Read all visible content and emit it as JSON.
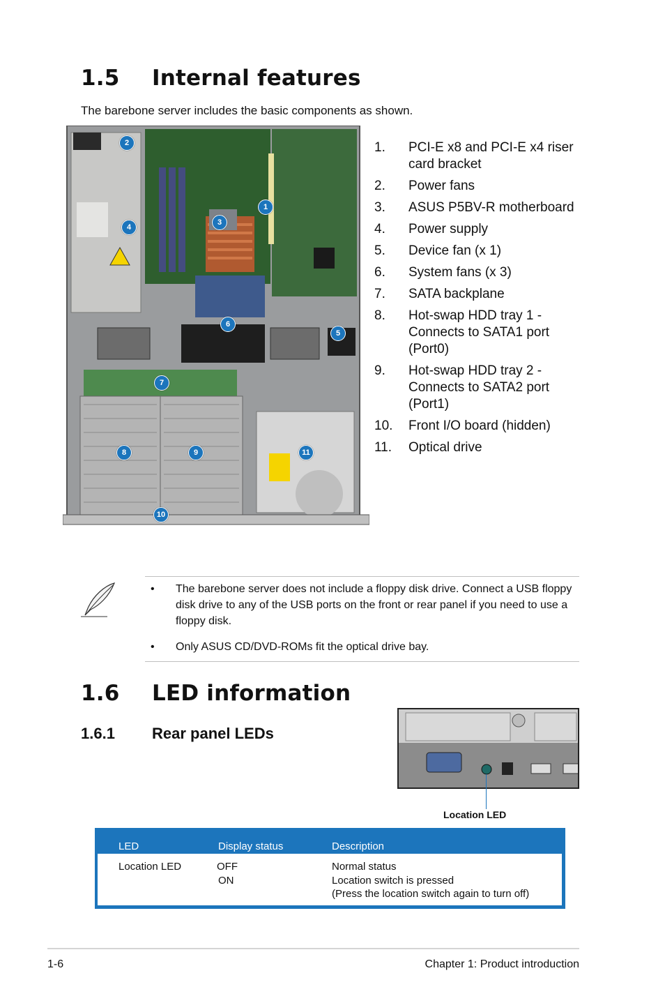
{
  "section_1_5": {
    "number": "1.5",
    "title": "Internal features",
    "intro": "The barebone server includes the basic components as shown.",
    "callouts": [
      "1",
      "2",
      "3",
      "4",
      "5",
      "6",
      "7",
      "8",
      "9",
      "10",
      "11"
    ],
    "items": [
      {
        "n": "1.",
        "text": "PCI-E x8 and PCI-E x4 riser card bracket"
      },
      {
        "n": "2.",
        "text": "Power fans"
      },
      {
        "n": "3.",
        "text": "ASUS P5BV-R motherboard"
      },
      {
        "n": "4.",
        "text": "Power supply"
      },
      {
        "n": "5.",
        "text": "Device fan (x 1)"
      },
      {
        "n": "6.",
        "text": "System fans (x 3)"
      },
      {
        "n": "7.",
        "text": "SATA backplane"
      },
      {
        "n": "8.",
        "text": "Hot-swap HDD tray 1 - Connects to SATA1 port (Port0)"
      },
      {
        "n": "9.",
        "text": "Hot-swap HDD tray 2 - Connects to SATA2 port (Port1)"
      },
      {
        "n": "10.",
        "text": "Front I/O board (hidden)"
      },
      {
        "n": "11.",
        "text": "Optical drive"
      }
    ]
  },
  "note": {
    "icon": "feather-pen-icon",
    "bullets": [
      "The barebone server does not include a floppy disk drive. Connect a USB floppy disk drive to any of the USB ports on the front or rear panel if you need to use a floppy disk.",
      "Only ASUS CD/DVD-ROMs fit the optical drive bay."
    ]
  },
  "section_1_6": {
    "number": "1.6",
    "title": "LED information",
    "sub_number": "1.6.1",
    "sub_title": "Rear panel LEDs",
    "location_led_label": "Location LED"
  },
  "led_table": {
    "headers": {
      "led": "LED",
      "status": "Display status",
      "description": "Description"
    },
    "row": {
      "led": "Location LED",
      "status_off": "OFF",
      "status_on": "ON",
      "desc_off": "Normal status",
      "desc_on": "Location switch is pressed",
      "desc_on_note": "(Press the location switch again to turn off)"
    }
  },
  "footer": {
    "page": "1-6",
    "chapter": "Chapter 1:  Product introduction"
  },
  "colors": {
    "accent": "#1c75bc"
  }
}
